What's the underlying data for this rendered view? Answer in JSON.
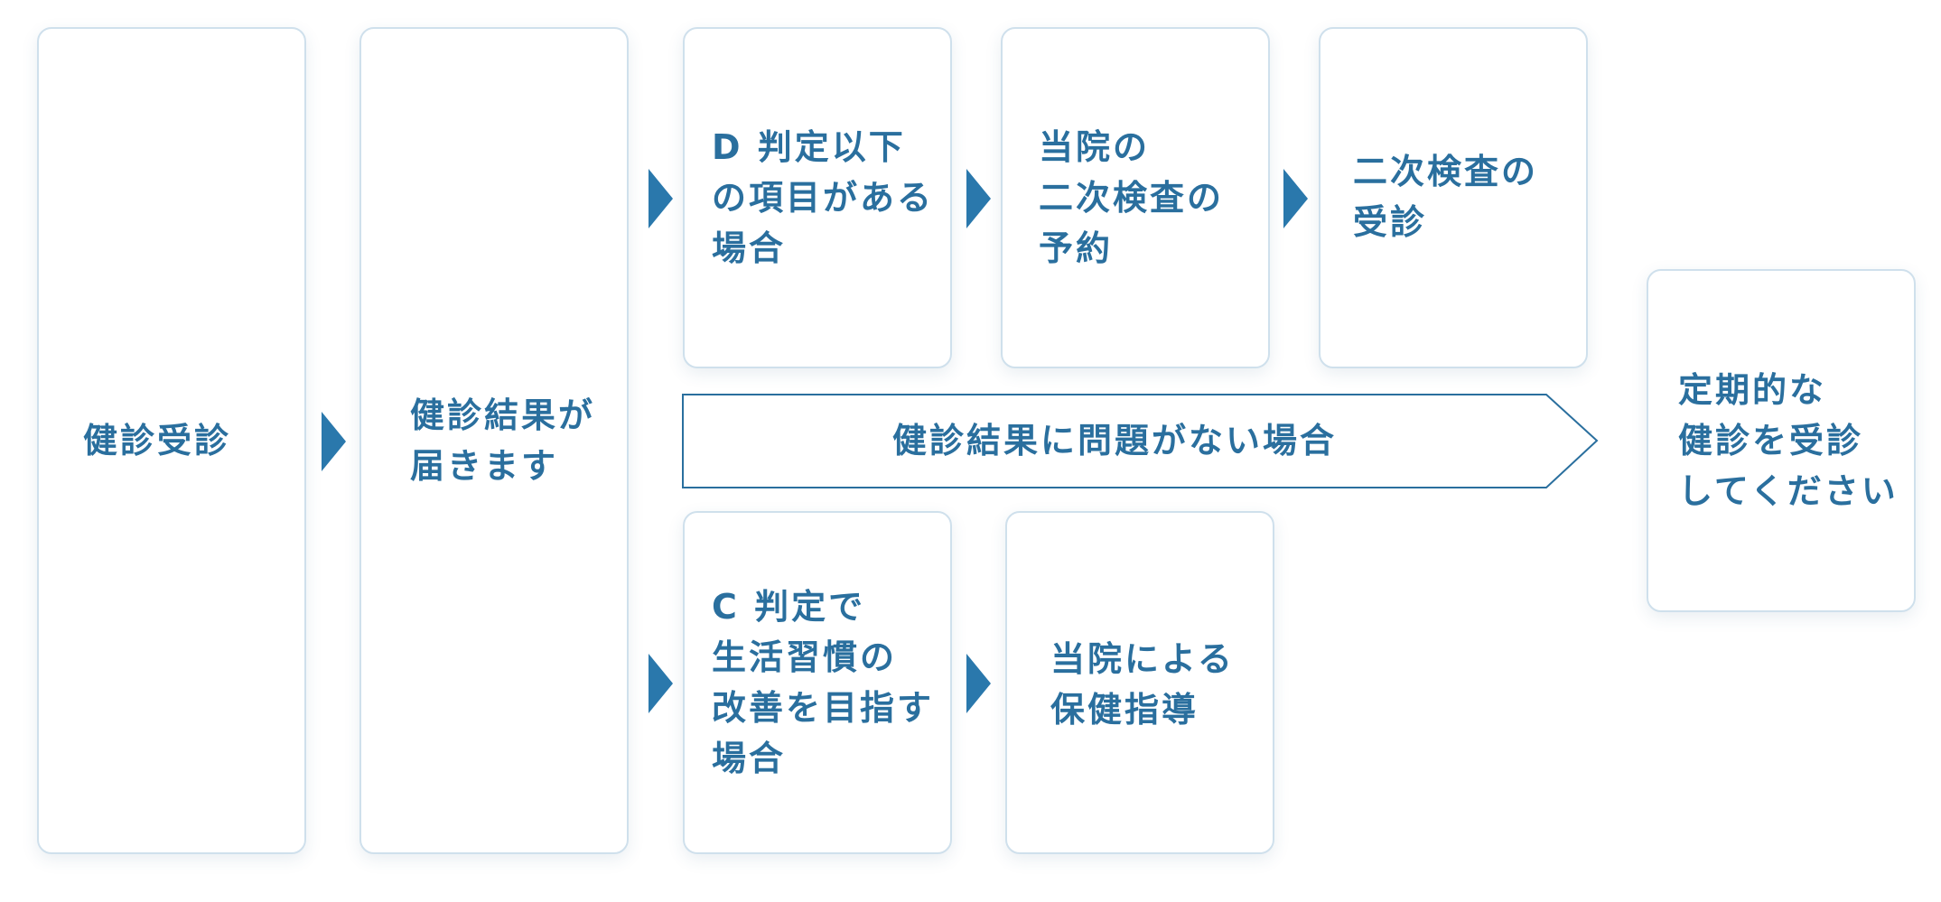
{
  "colors": {
    "accent": "#2a78ac",
    "text": "#2a6f9e",
    "card_border": "#cfe0ec"
  },
  "steps": {
    "checkup": "健診受診",
    "results": "健診結果が\n届きます",
    "d_case": "D 判定以下\nの項目がある\n場合",
    "reserve": "当院の\n二次検査の\n予約",
    "secondary": "二次検査の\n受診",
    "no_problem": "健診結果に問題がない場合",
    "regular": "定期的な\n健診を受診\nしてください",
    "c_case": "C 判定で\n生活習慣の\n改善を目指す\n場合",
    "guidance": "当院による\n保健指導"
  }
}
